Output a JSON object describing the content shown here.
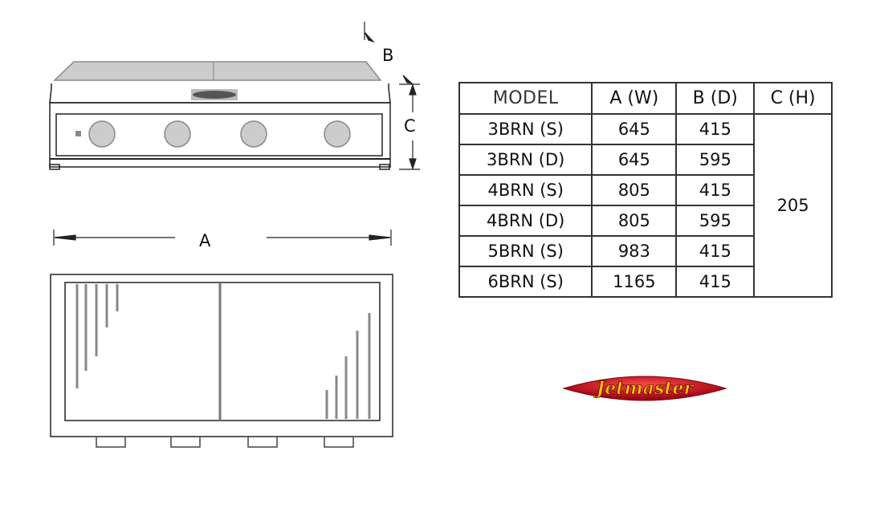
{
  "dimension_labels": {
    "a": "A",
    "b": "B",
    "c": "C"
  },
  "table": {
    "headers": [
      "MODEL",
      "A (W)",
      "B (D)",
      "C (H)"
    ],
    "rows": [
      {
        "model": "3BRN (S)",
        "a": "645",
        "b": "415"
      },
      {
        "model": "3BRN (D)",
        "a": "645",
        "b": "595"
      },
      {
        "model": "4BRN (S)",
        "a": "805",
        "b": "415"
      },
      {
        "model": "4BRN (D)",
        "a": "805",
        "b": "595"
      },
      {
        "model": "5BRN (S)",
        "a": "983",
        "b": "415"
      },
      {
        "model": "6BRN (S)",
        "a": "1165",
        "b": "415"
      }
    ],
    "c_value": "205"
  },
  "logo": {
    "text": "Jetmaster",
    "colors": {
      "fill": "#c8102e",
      "text": "#f5c400"
    }
  }
}
